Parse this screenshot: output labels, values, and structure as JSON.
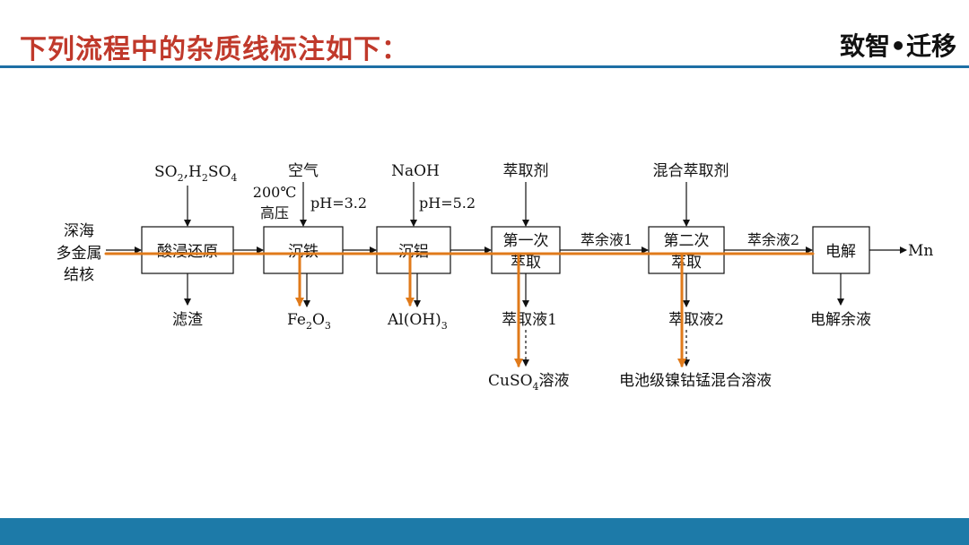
{
  "header": {
    "title": "下列流程中的杂质线标注如下：",
    "brand": "致智•迁移",
    "colors": {
      "title": "#c0392b",
      "rule": "#1d6fa5",
      "footer": "#1d7aa8",
      "highlight": "#e07a1a"
    }
  },
  "flow": {
    "feed": [
      "深海",
      "多金属",
      "结核"
    ],
    "steps": [
      {
        "id": "leach",
        "label": [
          "酸浸还原"
        ]
      },
      {
        "id": "iron",
        "label": [
          "沉铁"
        ]
      },
      {
        "id": "alum",
        "label": [
          "沉铝"
        ]
      },
      {
        "id": "ext1",
        "label": [
          "第一次",
          "萃取"
        ]
      },
      {
        "id": "ext2",
        "label": [
          "第二次",
          "萃取"
        ]
      },
      {
        "id": "elec",
        "label": [
          "电解"
        ]
      }
    ],
    "inputs": {
      "leach_reagent": {
        "main": "SO",
        "s1": "2",
        "mid": ",H",
        "s2": "2",
        "tail": "SO",
        "s3": "4"
      },
      "iron_air": "空气",
      "iron_cond": [
        "200℃",
        "高压"
      ],
      "iron_ph": "pH=3.2",
      "alum_reagent": "NaOH",
      "alum_ph": "pH=5.2",
      "ext1_reagent": "萃取剂",
      "ext2_reagent": "混合萃取剂"
    },
    "outputs": {
      "residue": "滤渣",
      "fe2o3": {
        "a": "Fe",
        "s1": "2",
        "b": "O",
        "s2": "3"
      },
      "aloh3": {
        "a": "Al(OH)",
        "s1": "3"
      },
      "extract1": "萃取液1",
      "cuso4": {
        "a": "CuSO",
        "s1": "4",
        "b": "溶液"
      },
      "extract2": "萃取液2",
      "nicomn": "电池级镍钴锰混合溶液",
      "elec_rest": "电解余液",
      "product": "Mn"
    },
    "raffinates": [
      "萃余液1",
      "萃余液2"
    ]
  }
}
